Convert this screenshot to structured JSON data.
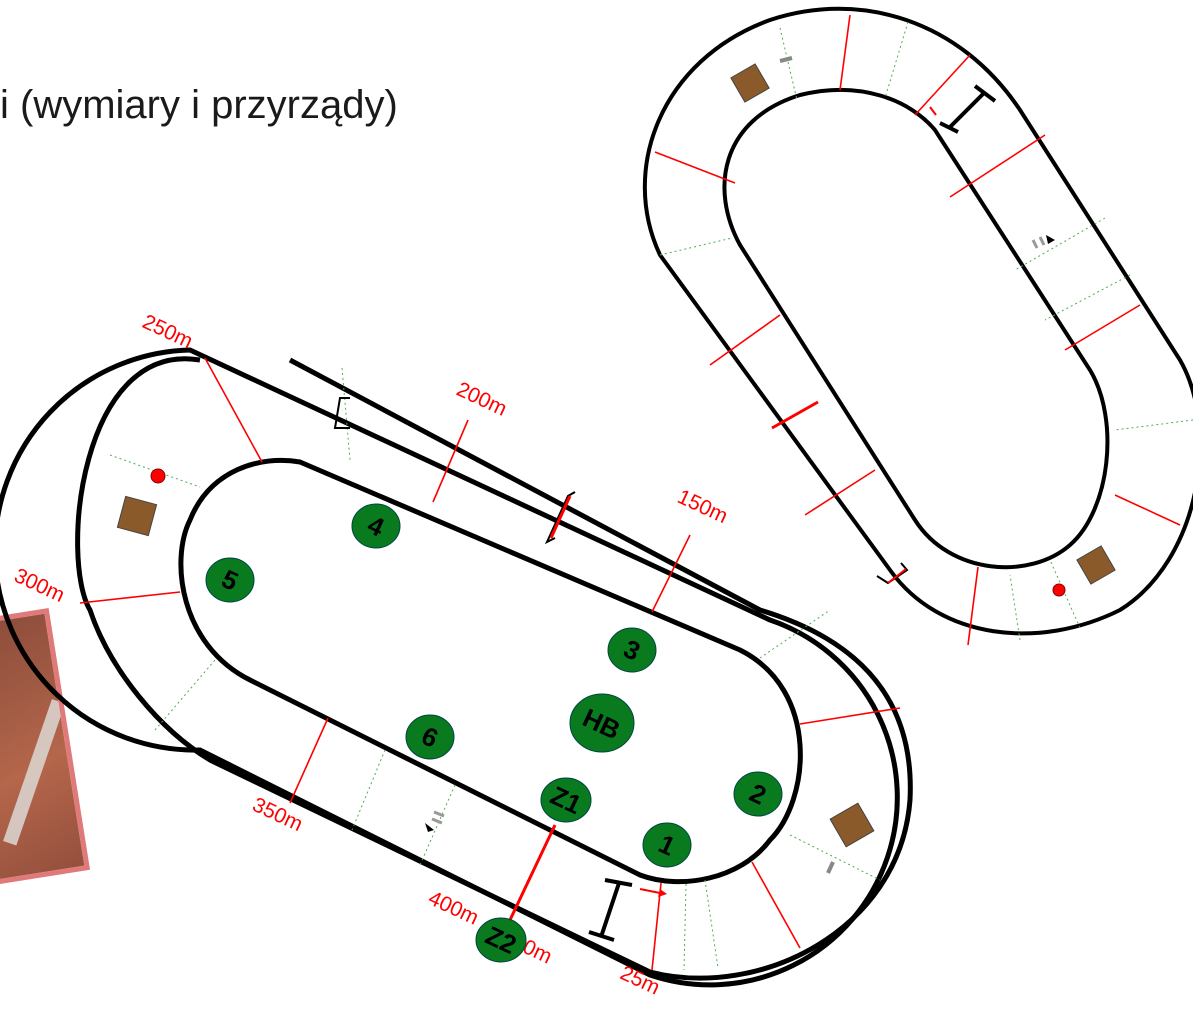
{
  "title": "i (wymiary i przyrządy)",
  "colors": {
    "track_line": "#000000",
    "marker_red": "#ff0000",
    "guide_green": "#4caf50",
    "station_green": "#0a7a1e",
    "box_brown": "#8b5a2b",
    "photo_border": "#e07a7a"
  },
  "distance_labels": [
    "250m",
    "200m",
    "150m",
    "300m",
    "350m",
    "400m",
    "0m",
    "25m"
  ],
  "stations": [
    "1",
    "2",
    "3",
    "4",
    "5",
    "6",
    "HB",
    "Z1",
    "Z2"
  ],
  "icons": [
    "hurdle-bracket-icon",
    "equipment-box-icon",
    "start-dot-icon",
    "relay-mark-icon",
    "photo-thumbnail"
  ]
}
